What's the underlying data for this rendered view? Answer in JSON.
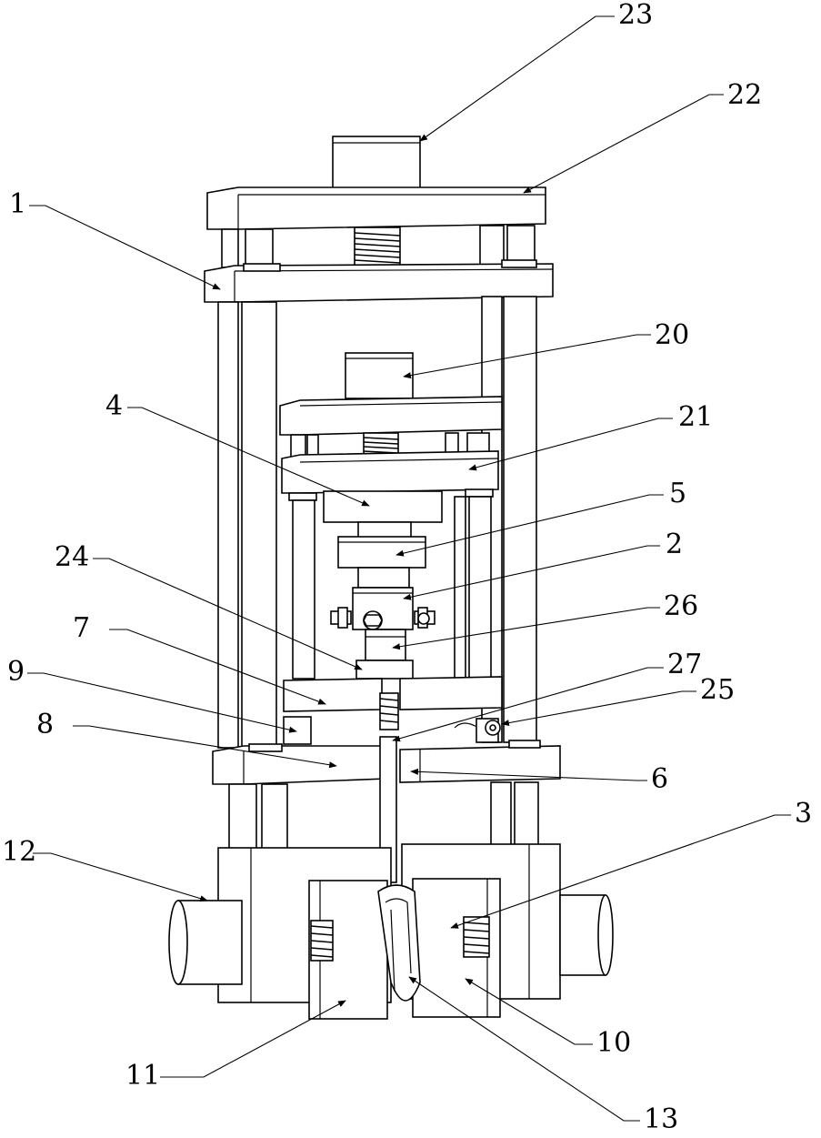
{
  "labels": {
    "l1": "1",
    "l2": "2",
    "l3": "3",
    "l4": "4",
    "l5": "5",
    "l6": "6",
    "l7": "7",
    "l8": "8",
    "l9": "9",
    "l10": "10",
    "l11": "11",
    "l12": "12",
    "l13": "13",
    "l20": "20",
    "l21": "21",
    "l22": "22",
    "l23": "23",
    "l24": "24",
    "l25": "25",
    "l26": "26",
    "l27": "27"
  }
}
